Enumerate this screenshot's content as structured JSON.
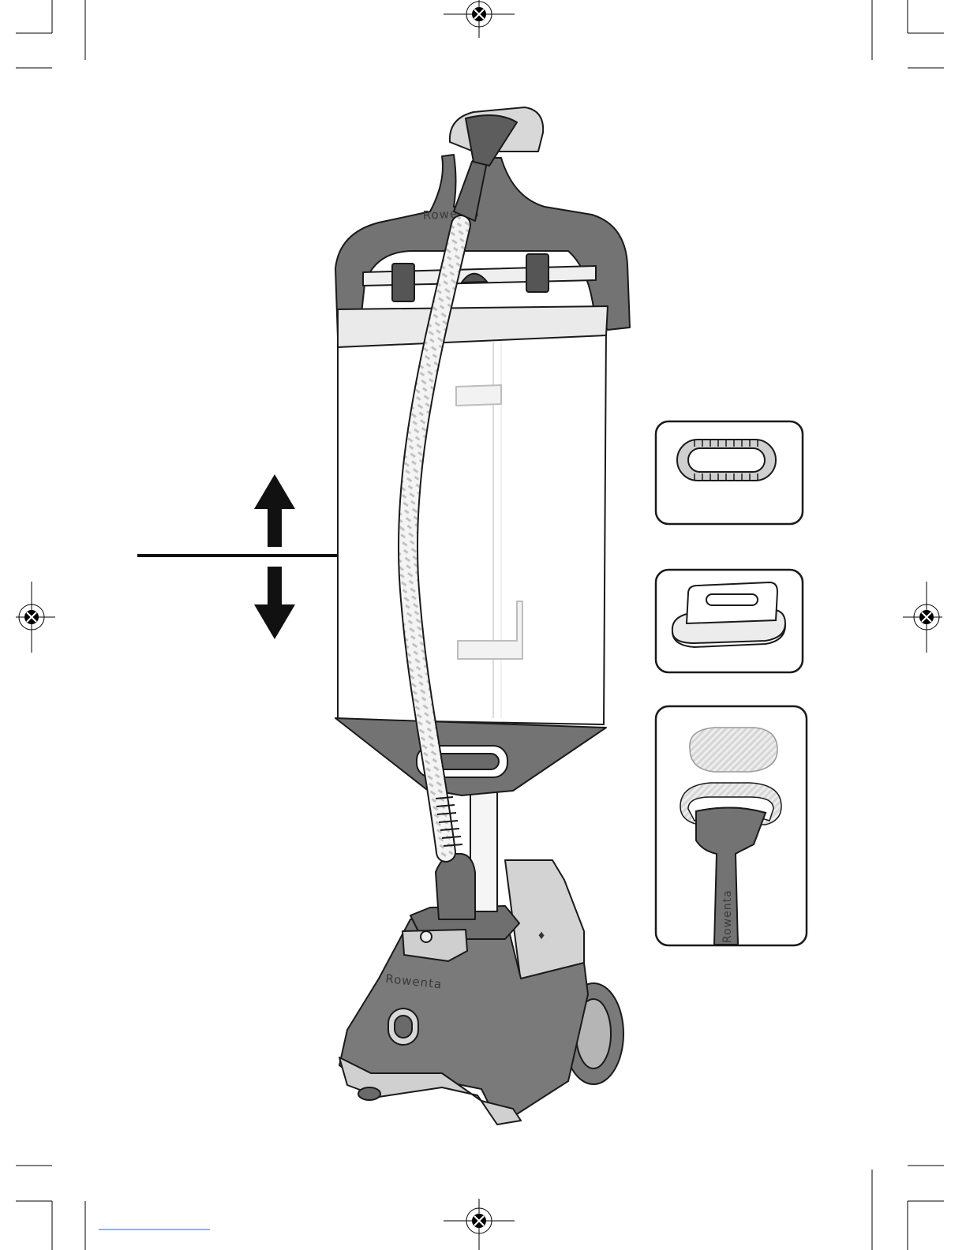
{
  "page": {
    "brand_logo_text": "Rowenta",
    "colors": {
      "body": "#7a7a7a",
      "body_dark": "#626262",
      "light_grey": "#d0d0d0",
      "outline": "#1a1a1a",
      "hose_pattern": "#c8c8c8"
    }
  },
  "illustration": {
    "product": "garment-steamer",
    "height_adjust_arrows": [
      "up-arrow-icon",
      "down-arrow-icon"
    ]
  },
  "accessories": [
    {
      "name": "brush-accessory",
      "icon": "brush-icon"
    },
    {
      "name": "crease-tool-accessory",
      "icon": "crease-tool-icon"
    },
    {
      "name": "delicate-pad-accessory",
      "icon": "fabric-pad-icon"
    }
  ]
}
